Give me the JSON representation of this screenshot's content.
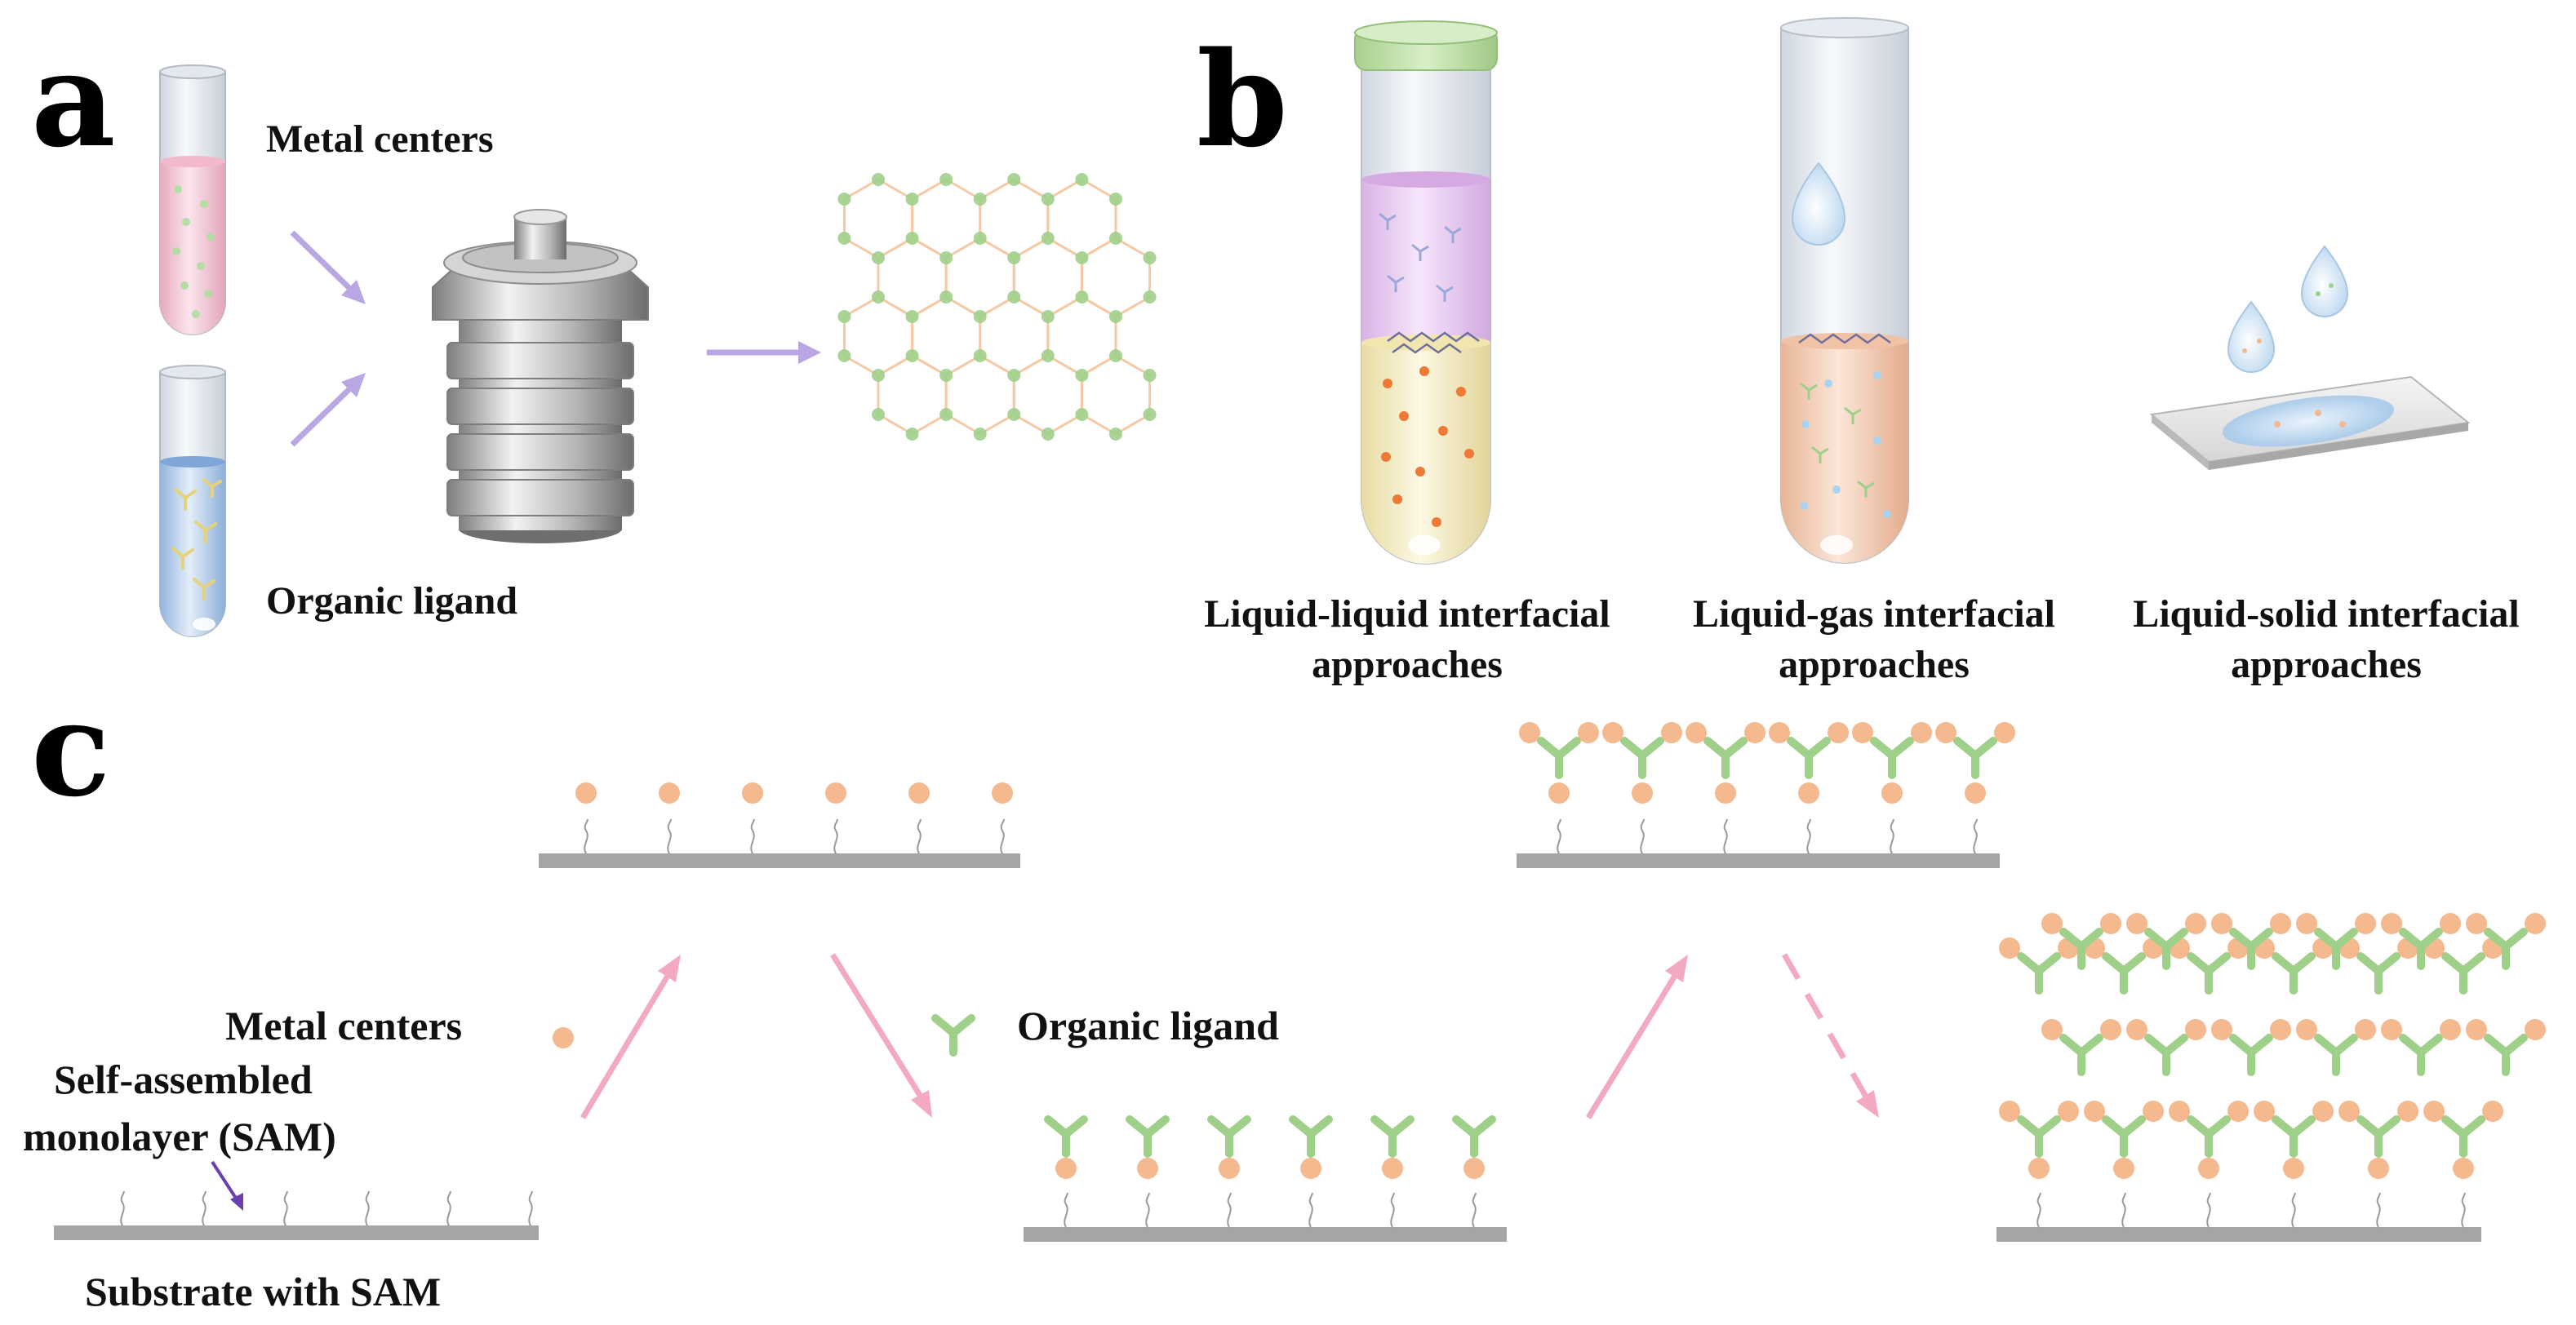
{
  "panels": {
    "a": {
      "label": "a",
      "metal_centers": "Metal centers",
      "organic_ligand": "Organic ligand"
    },
    "b": {
      "label": "b",
      "liquid_liquid": [
        "Liquid-liquid interfacial",
        "approaches"
      ],
      "liquid_gas": [
        "Liquid-gas interfacial",
        "approaches"
      ],
      "liquid_solid": [
        "Liquid-solid interfacial",
        "approaches"
      ]
    },
    "c": {
      "label": "c",
      "metal_centers": "Metal centers",
      "organic_ligand": "Organic ligand",
      "sam_line1": "Self-assembled",
      "sam_line2": "monolayer (SAM)",
      "substrate": "Substrate with SAM"
    }
  },
  "colors": {
    "metal": "#f4b98f",
    "ligand": "#9fd08a",
    "arrow_purple": "#b9a7e3",
    "arrow_pink": "#f3a9c3",
    "substrate": "#a5a5a5"
  }
}
